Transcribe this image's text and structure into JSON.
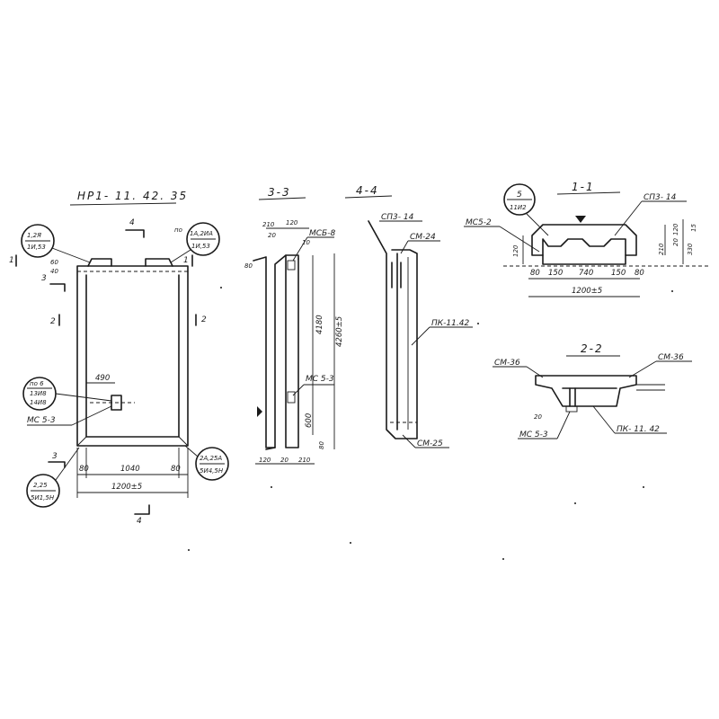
{
  "titles": {
    "main": "НР1- 11. 42. 35",
    "sec33": "3-3",
    "sec44": "4-4",
    "sec11": "1-1",
    "sec22": "2-2"
  },
  "main_view": {
    "bubble_tl_top": "1,2Я",
    "bubble_tl_bot": "1И,53",
    "bubble_tr_prefix": "по",
    "bubble_tr_top": "1А,2ИА",
    "bubble_tr_bot": "1И,53",
    "bubble_ml_top": "по 6",
    "bubble_ml_mid": "13И8",
    "bubble_ml_bot": "14И8",
    "bubble_bl_top": "2,25",
    "bubble_bl_bot": "5И1,5Н",
    "bubble_br_top": "2А,25А",
    "bubble_br_bot": "5И4,5Н",
    "label_mc53": "МС 5-3",
    "dim_490": "490",
    "dim_80_left": "80",
    "dim_80_right": "80",
    "dim_1040": "1040",
    "dim_1200": "1200±5",
    "dim_60": "60",
    "dim_40": "40",
    "cut_1_left": "1",
    "cut_1_right": "1",
    "cut_2_left": "2",
    "cut_2_right": "2",
    "cut_3_top": "3",
    "cut_3_bottom": "3",
    "cut_4_top": "4",
    "cut_4_bottom": "4"
  },
  "sec33_view": {
    "label_mcs8": "МСБ-8",
    "label_mc53": "МС 5-3",
    "dim_210_top": "210",
    "dim_120_top": "120",
    "dim_20_top": "20",
    "dim_10": "10",
    "dim_80_top": "80",
    "dim_4180": "4180",
    "dim_4260": "4260±5",
    "dim_600": "600",
    "dim_80_bottom": "80",
    "dim_120_bottom": "120",
    "dim_20_bottom": "20",
    "dim_210_bottom": "210"
  },
  "sec44_view": {
    "label_cp314": "СП3- 14",
    "label_cm24": "СМ-24",
    "label_pk1142": "ПК-11.42",
    "label_cm25": "СМ-25"
  },
  "sec11_view": {
    "bubble_top": "5",
    "bubble_bot": "11И2",
    "label_mc52": "МС5-2",
    "label_cp314": "СП3- 14",
    "dim_120_left": "120",
    "dim_80_a": "80",
    "dim_150_a": "150",
    "dim_740": "740",
    "dim_150_b": "150",
    "dim_80_b": "80",
    "dim_1200": "1200±5",
    "dim_15": "15",
    "dim_120_right": "120",
    "dim_210_right": "210",
    "dim_20_right": "20",
    "dim_330": "330"
  },
  "sec22_view": {
    "label_cm36_left": "СМ-36",
    "label_cm36_right": "СМ-36",
    "label_mc53": "МС 5-3",
    "label_pk1142": "ПК- 11. 42",
    "dim_20": "20"
  }
}
